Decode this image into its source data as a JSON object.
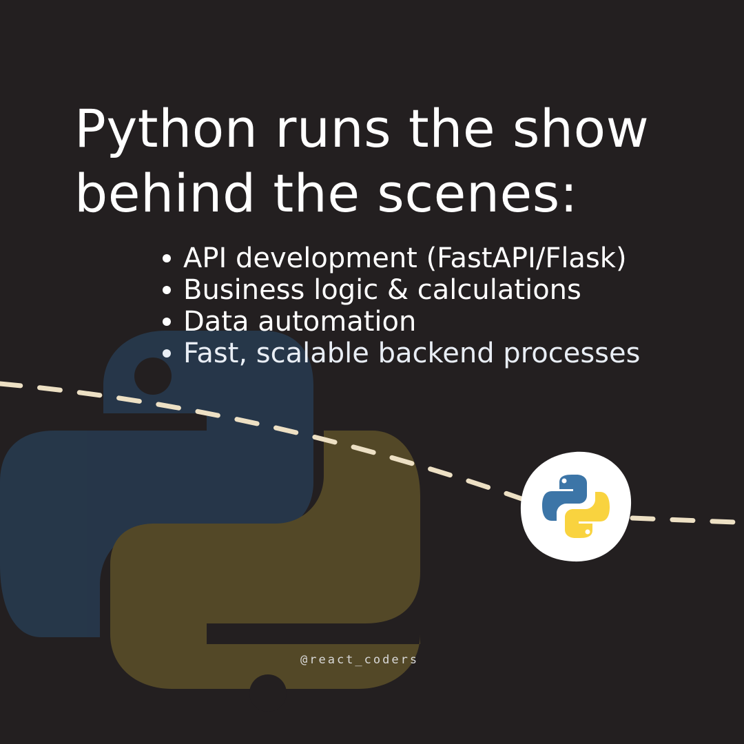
{
  "title": {
    "line1": "Python runs the show",
    "line2": "behind the scenes:"
  },
  "bullets": [
    {
      "text": "API development (FastAPI/Flask)"
    },
    {
      "text": "Business logic & calculations"
    },
    {
      "text": "Data automation"
    },
    {
      "text": "Fast, scalable backend processes"
    }
  ],
  "handle": "@react_coders",
  "icons": {
    "background_logo": "python-logo-icon",
    "badge_logo": "python-logo-icon"
  },
  "colors": {
    "background": "#231f20",
    "text": "#ffffff",
    "python_blue": "#3c75a7",
    "python_yellow": "#f9d33f",
    "dashes": "#ede0c4"
  }
}
